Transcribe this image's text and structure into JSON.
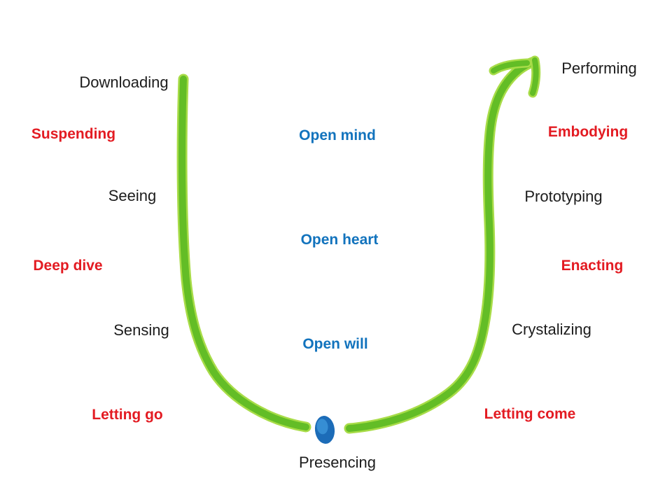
{
  "colors": {
    "background": "#ffffff",
    "label-black": "#1c1c1c",
    "label-red": "#e31b22",
    "label-blue": "#1273bd",
    "green-edge": "#a8dc48",
    "green-core": "#63bd26",
    "dot-fill": "#1c6cb8",
    "dot-highlight": "#3f9ade"
  },
  "diagram": {
    "left_column": [
      {
        "label": "Downloading",
        "kind": "stage"
      },
      {
        "label": "Suspending",
        "kind": "transition"
      },
      {
        "label": "Seeing",
        "kind": "stage"
      },
      {
        "label": "Deep dive",
        "kind": "transition"
      },
      {
        "label": "Sensing",
        "kind": "stage"
      },
      {
        "label": "Letting go",
        "kind": "transition"
      }
    ],
    "center_column": [
      {
        "label": "Open mind",
        "kind": "quality"
      },
      {
        "label": "Open heart",
        "kind": "quality"
      },
      {
        "label": "Open will",
        "kind": "quality"
      },
      {
        "label": "Presencing",
        "kind": "stage"
      }
    ],
    "right_column": [
      {
        "label": "Performing",
        "kind": "stage"
      },
      {
        "label": "Embodying",
        "kind": "transition"
      },
      {
        "label": "Prototyping",
        "kind": "stage"
      },
      {
        "label": "Enacting",
        "kind": "transition"
      },
      {
        "label": "Crystalizing",
        "kind": "stage"
      },
      {
        "label": "Letting come",
        "kind": "transition"
      }
    ]
  }
}
